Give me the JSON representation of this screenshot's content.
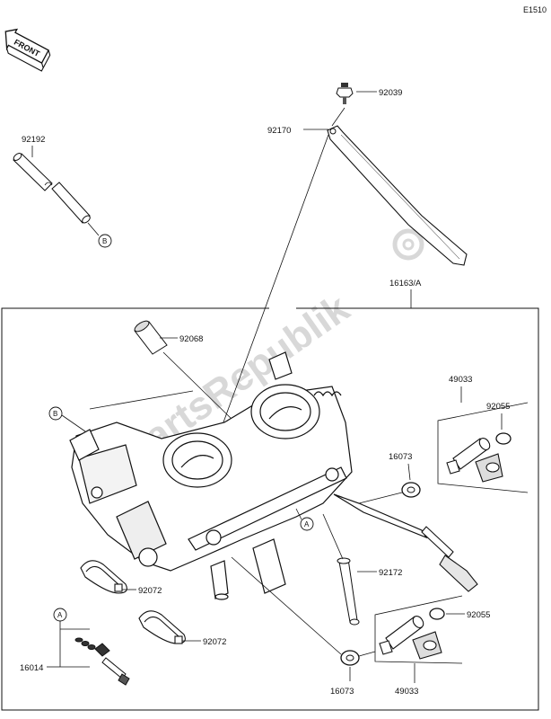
{
  "diagram_code": "E1510",
  "front_arrow_label": "FRONT",
  "watermark": "PartsRepublik",
  "callouts": {
    "p92039": "92039",
    "p92170": "92170",
    "p92192": "92192",
    "p16163a": "16163/A",
    "p92068": "92068",
    "p49033_top": "49033",
    "p92055_top": "92055",
    "p16073_top": "16073",
    "p92072_a": "92072",
    "p92172": "92172",
    "p92055_bot": "92055",
    "p92072_b": "92072",
    "p16014": "16014",
    "p16073_bot": "16073",
    "p49033_bot": "49033"
  },
  "ref_markers": {
    "b_top": "B",
    "b_left": "B",
    "a_mid": "A",
    "a_left": "A"
  }
}
